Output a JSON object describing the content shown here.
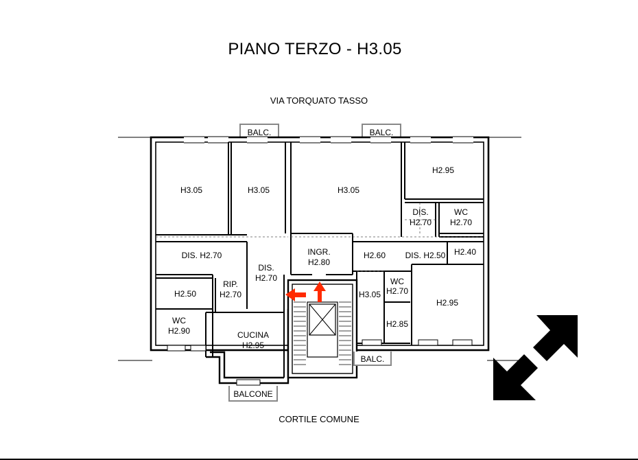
{
  "plan": {
    "title": "PIANO TERZO - H3.05",
    "street": "VIA TORQUATO TASSO",
    "courtyard": "CORTILE COMUNE"
  },
  "balconies": {
    "top_left": "BALC.",
    "top_right": "BALC.",
    "bottom_right": "BALC.",
    "bottom_main": "BALCONE"
  },
  "rooms": {
    "r1": {
      "line1": "H3.05",
      "line2": ""
    },
    "r2": {
      "line1": "H3.05",
      "line2": ""
    },
    "r3": {
      "line1": "H3.05",
      "line2": ""
    },
    "r4": {
      "line1": "H2.95",
      "line2": ""
    },
    "r5": {
      "line1": "DIS.",
      "line2": "H2.70"
    },
    "r6": {
      "line1": "WC",
      "line2": "H2.70"
    },
    "r7": {
      "line1": "DIS. H2.70",
      "line2": ""
    },
    "r8": {
      "line1": "DIS.",
      "line2": "H2.70"
    },
    "r9": {
      "line1": "INGR.",
      "line2": "H2.80"
    },
    "r10": {
      "line1": "H2.60",
      "line2": ""
    },
    "r11": {
      "line1": "DIS. H2.50",
      "line2": ""
    },
    "r12": {
      "line1": "H2.40",
      "line2": ""
    },
    "r13": {
      "line1": "H2.50",
      "line2": ""
    },
    "r14": {
      "line1": "RIP.",
      "line2": "H2.70"
    },
    "r15": {
      "line1": "WC",
      "line2": "H2.90"
    },
    "r16": {
      "line1": "CUCINA",
      "line2": "H2.95"
    },
    "r17": {
      "line1": "H3.05",
      "line2": ""
    },
    "r18": {
      "line1": "WC",
      "line2": "H2.70"
    },
    "r19": {
      "line1": "H2.85",
      "line2": ""
    },
    "r20": {
      "line1": "H2.95",
      "line2": ""
    }
  },
  "colors": {
    "arrow": "#ff2a00",
    "orientation_arrow": "#000000"
  },
  "icons": [
    "entry-arrow-left-icon",
    "entry-arrow-up-icon",
    "orientation-arrow-icon"
  ]
}
